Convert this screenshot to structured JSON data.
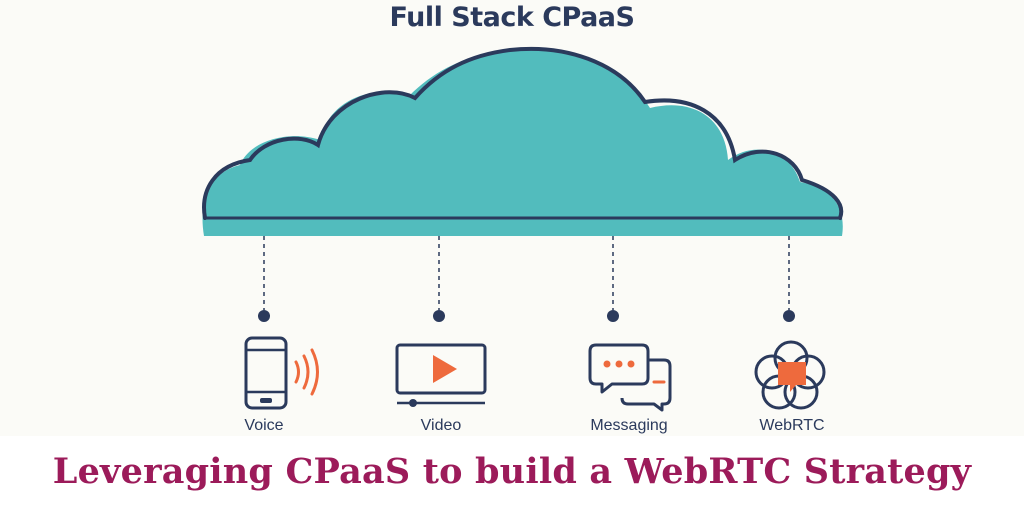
{
  "diagram": {
    "title": "Full Stack CPaaS",
    "tagline": "Leveraging CPaaS to build a WebRTC Strategy",
    "channels": [
      {
        "label": "Voice",
        "icon": "phone-voice-icon"
      },
      {
        "label": "Video",
        "icon": "video-player-icon"
      },
      {
        "label": "Messaging",
        "icon": "chat-bubbles-icon"
      },
      {
        "label": "WebRTC",
        "icon": "webrtc-logo-icon"
      }
    ]
  },
  "colors": {
    "cloud_fill": "#52bcbd",
    "outline": "#2b3a5c",
    "accent": "#ee6a3d",
    "tagline": "#9c1b5a"
  }
}
